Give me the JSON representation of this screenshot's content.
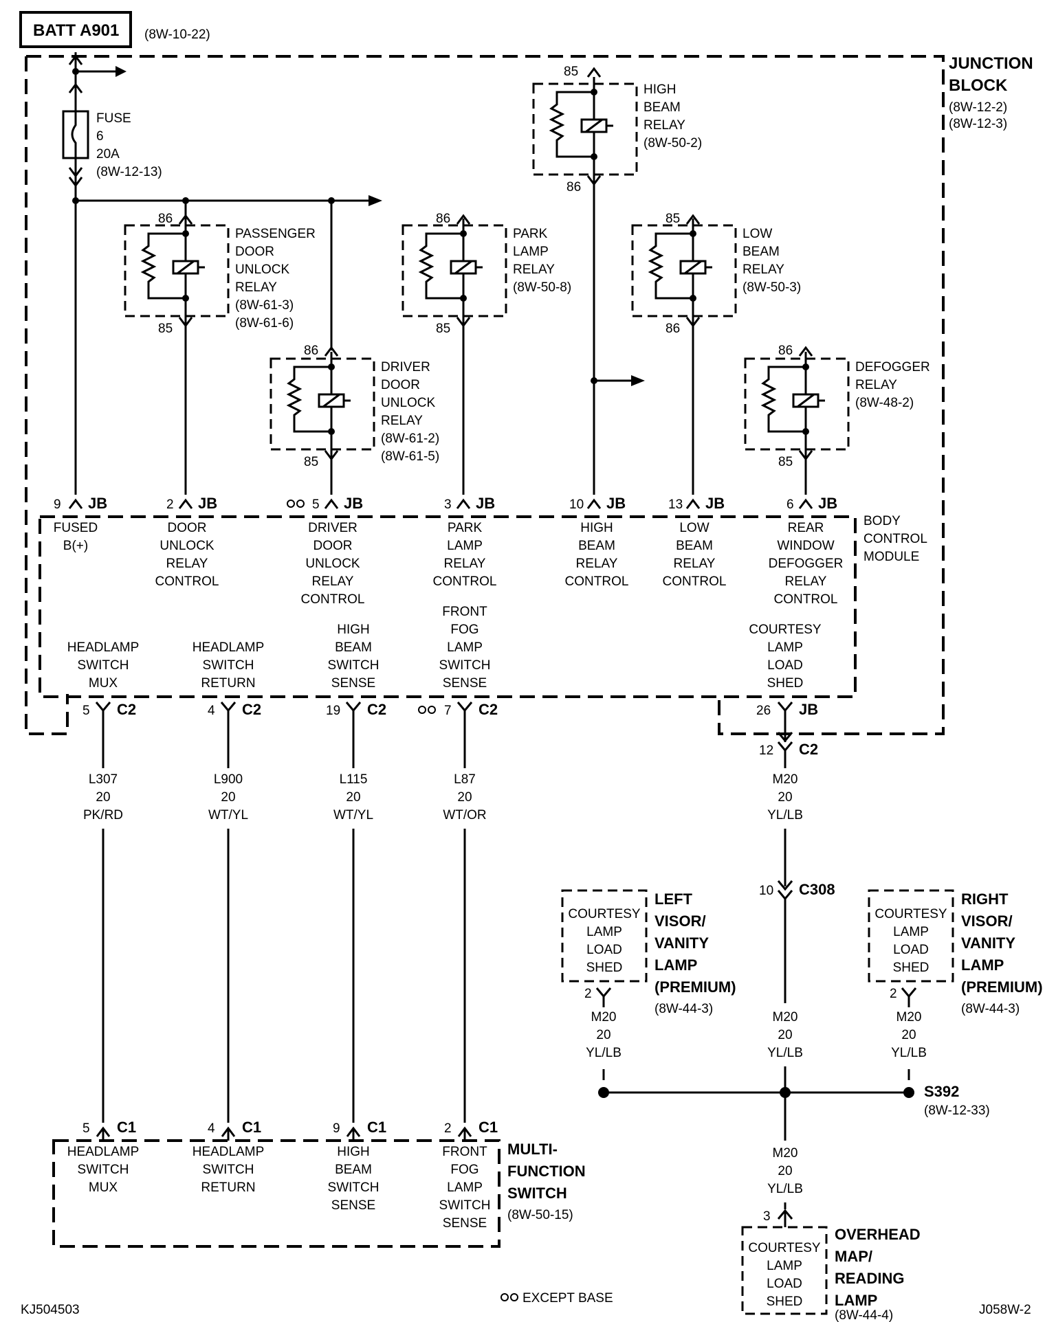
{
  "header": {
    "title": "BATT A901",
    "ref": "(8W-10-22)"
  },
  "junction_block": {
    "line1": "JUNCTION",
    "line2": "BLOCK",
    "ref1": "(8W-12-2)",
    "ref2": "(8W-12-3)"
  },
  "fuse": {
    "l1": "FUSE",
    "l2": "6",
    "l3": "20A",
    "ref": "(8W-12-13)"
  },
  "relays": {
    "high_beam": {
      "l1": "HIGH",
      "l2": "BEAM",
      "l3": "RELAY",
      "ref": "(8W-50-2)",
      "top_pin": "85",
      "bot_pin": "86"
    },
    "passenger": {
      "l1": "PASSENGER",
      "l2": "DOOR",
      "l3": "UNLOCK",
      "l4": "RELAY",
      "ref1": "(8W-61-3)",
      "ref2": "(8W-61-6)",
      "top_pin": "86",
      "bot_pin": "85"
    },
    "park": {
      "l1": "PARK",
      "l2": "LAMP",
      "l3": "RELAY",
      "ref": "(8W-50-8)",
      "top_pin": "86",
      "bot_pin": "85"
    },
    "low_beam": {
      "l1": "LOW",
      "l2": "BEAM",
      "l3": "RELAY",
      "ref": "(8W-50-3)",
      "top_pin": "85",
      "bot_pin": "86"
    },
    "driver": {
      "l1": "DRIVER",
      "l2": "DOOR",
      "l3": "UNLOCK",
      "l4": "RELAY",
      "ref1": "(8W-61-2)",
      "ref2": "(8W-61-5)",
      "top_pin": "86",
      "bot_pin": "85"
    },
    "defogger": {
      "l1": "DEFOGGER",
      "l2": "RELAY",
      "ref": "(8W-48-2)",
      "top_pin": "86",
      "bot_pin": "85"
    }
  },
  "jb_pins": {
    "p1": {
      "num": "9",
      "conn": "JB"
    },
    "p2": {
      "num": "2",
      "conn": "JB"
    },
    "p3": {
      "num": "5",
      "conn": "JB"
    },
    "p4": {
      "num": "3",
      "conn": "JB"
    },
    "p5": {
      "num": "10",
      "conn": "JB"
    },
    "p6": {
      "num": "13",
      "conn": "JB"
    },
    "p7": {
      "num": "6",
      "conn": "JB"
    }
  },
  "bcm": {
    "title1": "BODY",
    "title2": "CONTROL",
    "title3": "MODULE",
    "fused": {
      "l1": "FUSED",
      "l2": "B(+)"
    },
    "door_unlock": {
      "l1": "DOOR",
      "l2": "UNLOCK",
      "l3": "RELAY",
      "l4": "CONTROL"
    },
    "driver_door": {
      "l1": "DRIVER",
      "l2": "DOOR",
      "l3": "UNLOCK",
      "l4": "RELAY",
      "l5": "CONTROL"
    },
    "park_lamp": {
      "l1": "PARK",
      "l2": "LAMP",
      "l3": "RELAY",
      "l4": "CONTROL"
    },
    "high_beam": {
      "l1": "HIGH",
      "l2": "BEAM",
      "l3": "RELAY",
      "l4": "CONTROL"
    },
    "low_beam": {
      "l1": "LOW",
      "l2": "BEAM",
      "l3": "RELAY",
      "l4": "CONTROL"
    },
    "rear_window": {
      "l1": "REAR",
      "l2": "WINDOW",
      "l3": "DEFOGGER",
      "l4": "RELAY",
      "l5": "CONTROL"
    },
    "hl_mux": {
      "l1": "HEADLAMP",
      "l2": "SWITCH",
      "l3": "MUX"
    },
    "hl_return": {
      "l1": "HEADLAMP",
      "l2": "SWITCH",
      "l3": "RETURN"
    },
    "hb_sense": {
      "l1": "HIGH",
      "l2": "BEAM",
      "l3": "SWITCH",
      "l4": "SENSE"
    },
    "fog_sense": {
      "l1": "FRONT",
      "l2": "FOG",
      "l3": "LAMP",
      "l4": "SWITCH",
      "l5": "SENSE"
    },
    "courtesy": {
      "l1": "COURTESY",
      "l2": "LAMP",
      "l3": "LOAD",
      "l4": "SHED"
    }
  },
  "c2_pins": {
    "a": {
      "num": "5",
      "conn": "C2"
    },
    "b": {
      "num": "4",
      "conn": "C2"
    },
    "c": {
      "num": "19",
      "conn": "C2"
    },
    "d": {
      "num": "7",
      "conn": "C2"
    },
    "jb26": {
      "num": "26",
      "conn": "JB"
    },
    "c2_12": {
      "num": "12",
      "conn": "C2"
    }
  },
  "wires": {
    "w1": {
      "circuit": "L307",
      "gauge": "20",
      "color": "PK/RD"
    },
    "w2": {
      "circuit": "L900",
      "gauge": "20",
      "color": "WT/YL"
    },
    "w3": {
      "circuit": "L115",
      "gauge": "20",
      "color": "WT/YL"
    },
    "w4": {
      "circuit": "L87",
      "gauge": "20",
      "color": "WT/OR"
    },
    "w5": {
      "circuit": "M20",
      "gauge": "20",
      "color": "YL/LB"
    },
    "w6": {
      "circuit": "M20",
      "gauge": "20",
      "color": "YL/LB"
    },
    "w7": {
      "circuit": "M20",
      "gauge": "20",
      "color": "YL/LB"
    },
    "w8": {
      "circuit": "M20",
      "gauge": "20",
      "color": "YL/LB"
    },
    "w9": {
      "circuit": "M20",
      "gauge": "20",
      "color": "YL/LB"
    }
  },
  "c308": {
    "num": "10",
    "conn": "C308"
  },
  "splice": {
    "id": "S392",
    "ref": "(8W-12-33)"
  },
  "left_visor": {
    "box1": "COURTESY",
    "box2": "LAMP",
    "box3": "LOAD",
    "box4": "SHED",
    "l1": "LEFT",
    "l2": "VISOR/",
    "l3": "VANITY",
    "l4": "LAMP",
    "l5": "(PREMIUM)",
    "ref": "(8W-44-3)",
    "pin": "2"
  },
  "right_visor": {
    "box1": "COURTESY",
    "box2": "LAMP",
    "box3": "LOAD",
    "box4": "SHED",
    "l1": "RIGHT",
    "l2": "VISOR/",
    "l3": "VANITY",
    "l4": "LAMP",
    "l5": "(PREMIUM)",
    "ref": "(8W-44-3)",
    "pin": "2"
  },
  "overhead": {
    "box1": "COURTESY",
    "box2": "LAMP",
    "box3": "LOAD",
    "box4": "SHED",
    "l1": "OVERHEAD",
    "l2": "MAP/",
    "l3": "READING",
    "l4": "LAMP",
    "ref": "(8W-44-4)",
    "pin": "3"
  },
  "c1_pins": {
    "a": {
      "num": "5",
      "conn": "C1"
    },
    "b": {
      "num": "4",
      "conn": "C1"
    },
    "c": {
      "num": "9",
      "conn": "C1"
    },
    "d": {
      "num": "2",
      "conn": "C1"
    }
  },
  "mfs": {
    "title1": "MULTI-",
    "title2": "FUNCTION",
    "title3": "SWITCH",
    "ref": "(8W-50-15)",
    "hl_mux": {
      "l1": "HEADLAMP",
      "l2": "SWITCH",
      "l3": "MUX"
    },
    "hl_return": {
      "l1": "HEADLAMP",
      "l2": "SWITCH",
      "l3": "RETURN"
    },
    "hb_sense": {
      "l1": "HIGH",
      "l2": "BEAM",
      "l3": "SWITCH",
      "l4": "SENSE"
    },
    "fog_sense": {
      "l1": "FRONT",
      "l2": "FOG",
      "l3": "LAMP",
      "l4": "SWITCH",
      "l5": "SENSE"
    }
  },
  "footer": {
    "left": "KJ504503",
    "note": "EXCEPT BASE",
    "right": "J058W-2"
  }
}
